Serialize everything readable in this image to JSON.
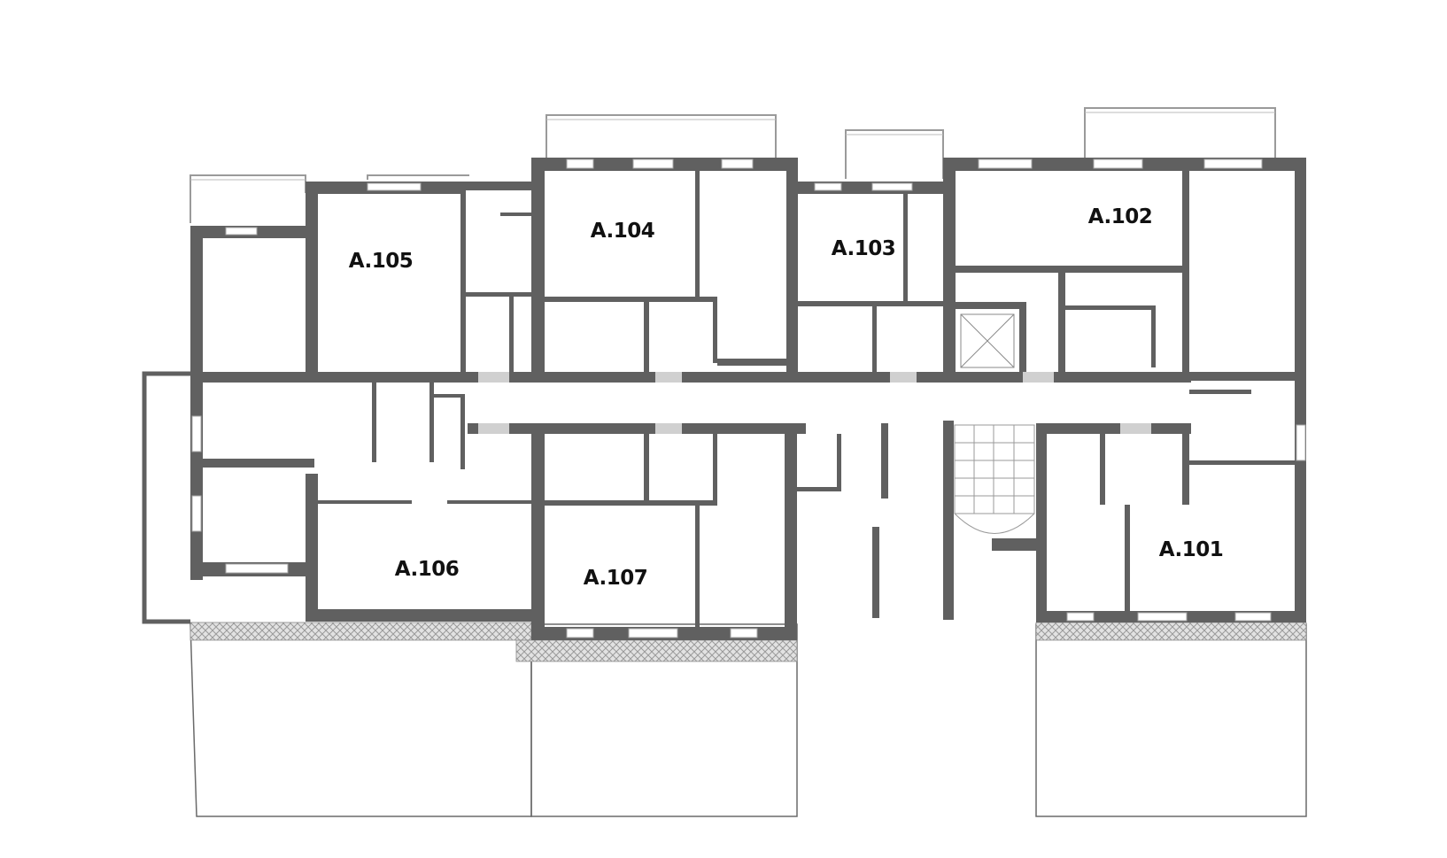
{
  "floor_plan": {
    "colors": {
      "wall": "#606060",
      "thin_line": "#7a7a7a",
      "window": "#b5b5b5",
      "paving": "#cfcfcf",
      "label": "#111111",
      "background": "#ffffff"
    },
    "units": [
      {
        "id": "A.101",
        "label": "A.101"
      },
      {
        "id": "A.102",
        "label": "A.102"
      },
      {
        "id": "A.103",
        "label": "A.103"
      },
      {
        "id": "A.104",
        "label": "A.104"
      },
      {
        "id": "A.105",
        "label": "A.105"
      },
      {
        "id": "A.106",
        "label": "A.106"
      },
      {
        "id": "A.107",
        "label": "A.107"
      }
    ]
  }
}
